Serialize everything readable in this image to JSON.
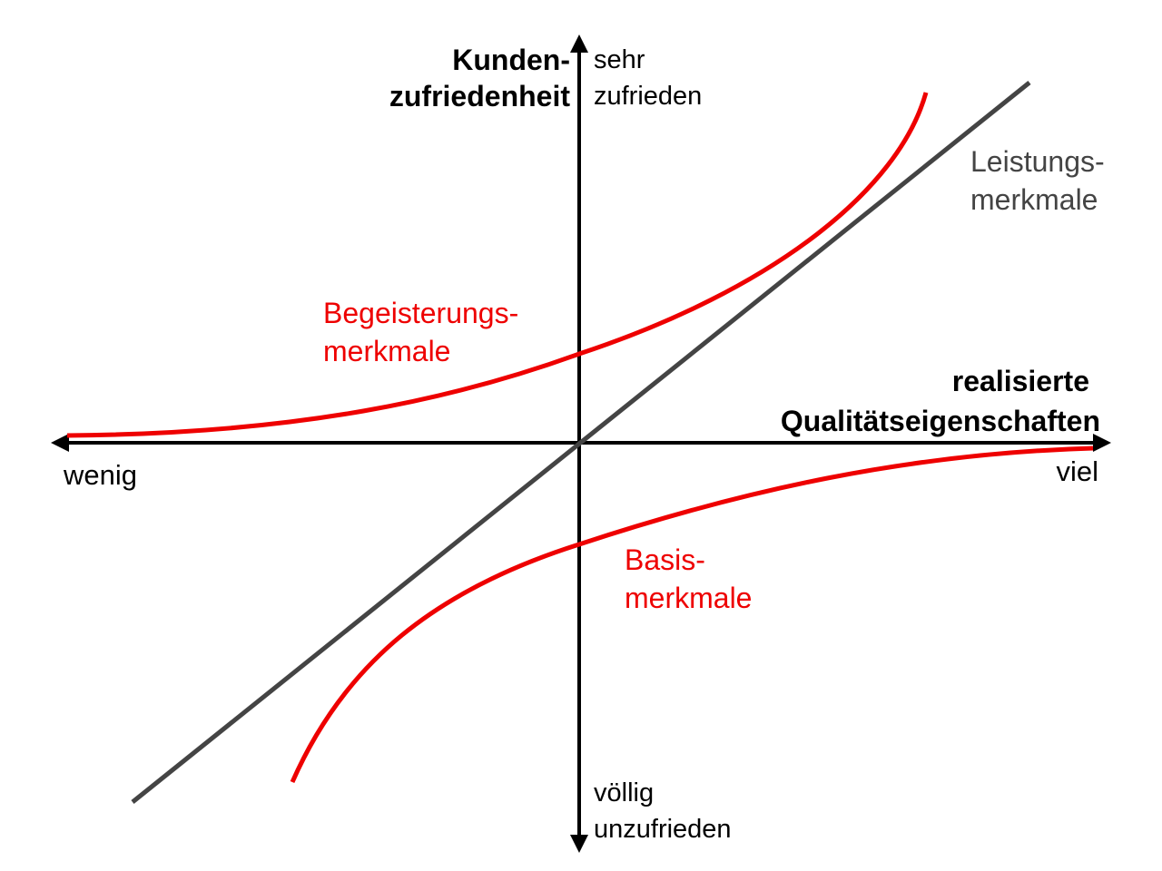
{
  "colors": {
    "axis": "#000000",
    "red_curves": "#ee0000",
    "performance_line": "#444444",
    "background": "#ffffff"
  },
  "y_axis": {
    "title_line1": "Kunden-",
    "title_line2": "zufriedenheit",
    "top_line1": "sehr",
    "top_line2": "zufrieden",
    "bottom_line1": "völlig",
    "bottom_line2": "unzufrieden"
  },
  "x_axis": {
    "title_line1": "realisierte",
    "title_line2": "Qualitätseigenschaften",
    "left_end": "wenig",
    "right_end": "viel"
  },
  "curves": {
    "excitement": {
      "line1": "Begeisterungs-",
      "line2": "merkmale"
    },
    "performance": {
      "line1": "Leistungs-",
      "line2": "merkmale"
    },
    "basic": {
      "line1": "Basis-",
      "line2": "merkmale"
    }
  }
}
